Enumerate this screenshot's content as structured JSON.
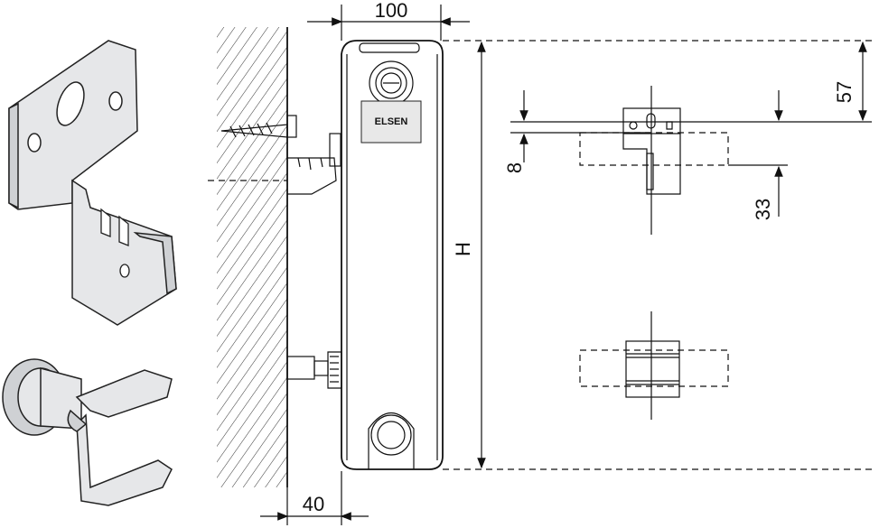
{
  "diagram": {
    "brand_label": "ELSEN",
    "dimensions": {
      "depth": "100",
      "wall_gap": "40",
      "height": "H",
      "top_offset": "57",
      "slot_height": "8",
      "bracket_offset": "33"
    }
  }
}
